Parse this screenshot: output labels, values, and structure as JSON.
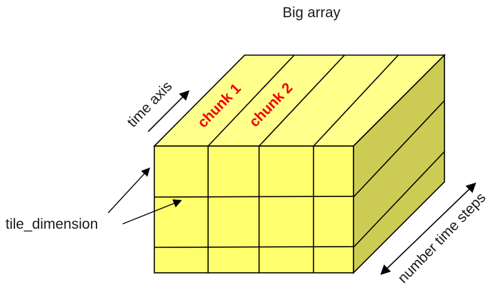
{
  "title": "Big array",
  "labels": {
    "time_axis": "time axis",
    "chunk1": "chunk 1",
    "chunk2": "chunk 2",
    "tile_dimension": "tile_dimension",
    "number_time_steps": "number time steps"
  },
  "colors": {
    "front_face": "#ffff6e",
    "top_face": "#ffff8c",
    "side_face": "#cccc55",
    "stroke": "#000000",
    "chunk_label": "#ee0000",
    "text": "#1a1a1a"
  }
}
